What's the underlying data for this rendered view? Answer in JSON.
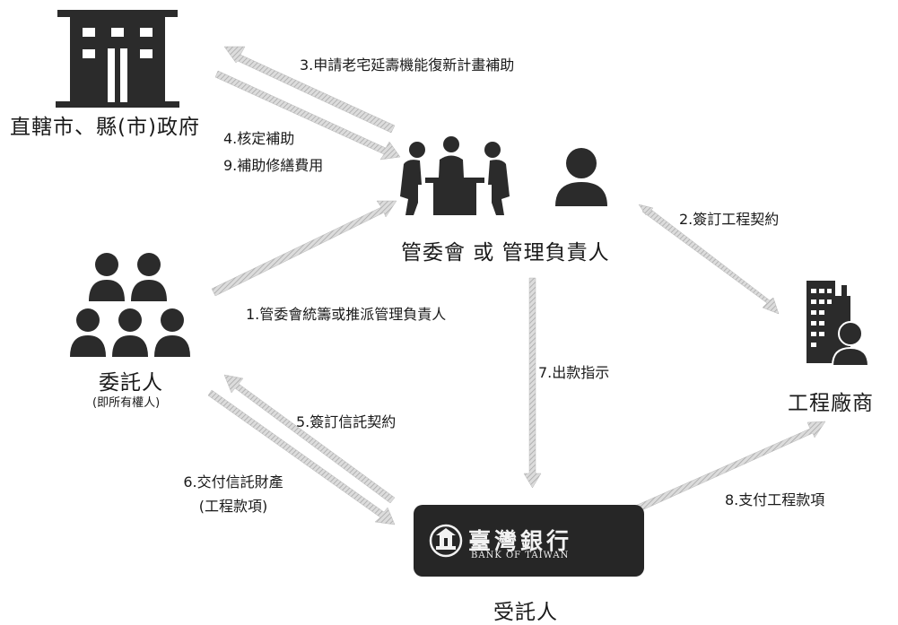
{
  "nodes": {
    "government": {
      "label": "直轄市、縣(市)政府"
    },
    "committee": {
      "label": "管委會 或 管理負責人"
    },
    "settlors": {
      "label": "委託人",
      "sublabel": "(即所有權人)"
    },
    "contractor": {
      "label": "工程廠商"
    },
    "bank": {
      "chinese_name": "臺灣銀行",
      "english_name": "BANK OF TAIWAN",
      "role_label": "受託人"
    }
  },
  "steps": {
    "s1": "1.管委會統籌或推派管理負責人",
    "s2": "2.簽訂工程契約",
    "s3": "3.申請老宅延壽機能復新計畫補助",
    "s4": "4.核定補助",
    "s5": "5.簽訂信託契約",
    "s6_line1": "6.交付信託財產",
    "s6_line2": "(工程款項)",
    "s7": "7.出款指示",
    "s8": "8.支付工程款項",
    "s9": "9.補助修繕費用"
  },
  "colors": {
    "icon": "#2b2b2b",
    "arrow": "#c8c8c8",
    "bank_bg": "#262626",
    "bank_text": "#f2f2f2"
  }
}
